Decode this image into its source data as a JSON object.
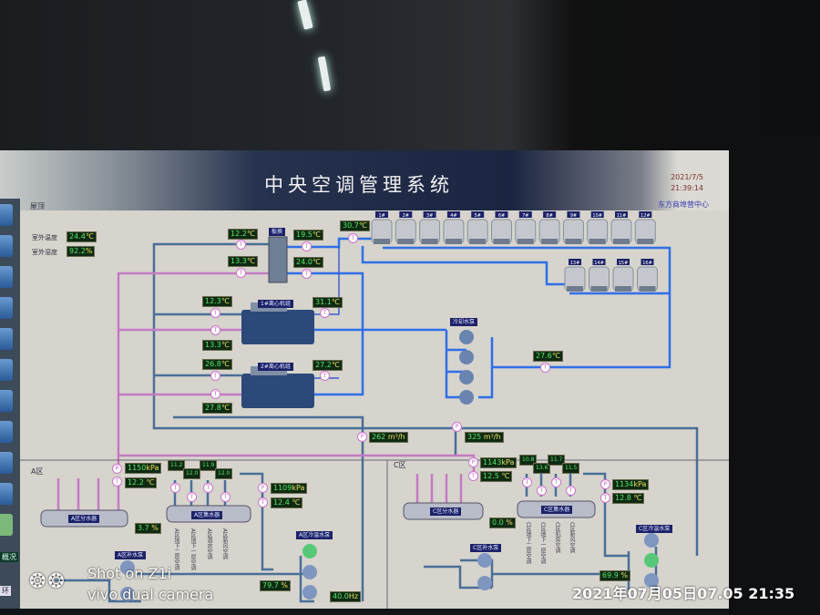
{
  "header": {
    "title": "中央空调管理系统",
    "date": "2021/7/5",
    "time": "21:39:14",
    "org": "东方商埠营中心"
  },
  "sidebar": {
    "items": [
      "概况",
      "环"
    ]
  },
  "roof": {
    "section_label": "屋顶",
    "outdoor_temp_label": "室外温度",
    "outdoor_temp": "24.4",
    "outdoor_hum_label": "室外湿度",
    "outdoor_hum": "92.2",
    "unit_c": "℃",
    "unit_pct": "%"
  },
  "exchanger": {
    "label": "板换",
    "in_top": "12.2",
    "in_bottom": "13.3",
    "out_top": "19.5",
    "out_bottom": "24.0"
  },
  "cooling_tower": {
    "supply_temp": "30.7",
    "towers": [
      "1#",
      "2#",
      "3#",
      "4#",
      "5#",
      "6#",
      "7#",
      "8#",
      "9#",
      "10#",
      "11#",
      "12#",
      "13#",
      "14#",
      "15#",
      "16#"
    ]
  },
  "chillers": [
    {
      "label": "1#离心机组",
      "evap_in": "12.3",
      "evap_out": "13.3",
      "cond_out": "31.1"
    },
    {
      "label": "2#离心机组",
      "evap_in": "26.8",
      "evap_out": "27.8",
      "cond_out": "27.2"
    }
  ],
  "cooling_pump": {
    "label": "冷却水泵",
    "return_temp": "27.6"
  },
  "flows": {
    "a": "262",
    "c": "325",
    "unit": "m³/h"
  },
  "zone_a": {
    "label": "A区",
    "supply_pressure": "1150",
    "supply_temp": "12.2",
    "branch_temps": [
      "11.2",
      "12.0",
      "11.9",
      "12.0"
    ],
    "return_pressure": "1109",
    "return_temp": "12.4",
    "bypass_valve": "3.7",
    "pump_valve": "79.7",
    "pump_freq": "40.0",
    "distributor": "A区分水器",
    "collector": "A区集水器",
    "makeup_pump": "A区补水泵",
    "circ_pump": "A区冷温水泵",
    "branches": [
      "A区地下二层空调",
      "A区地下一层空调",
      "A区酒店空调",
      "A区新风空调"
    ]
  },
  "zone_c": {
    "label": "C区",
    "supply_pressure": "1143",
    "supply_temp": "12.5",
    "branch_temps": [
      "10.8",
      "13.6",
      "11.7",
      "11.5"
    ],
    "return_pressure": "1134",
    "return_temp": "12.8",
    "bypass_valve": "0.0",
    "pump_valve": "69.9",
    "distributor": "C区分水器",
    "collector": "C区集水器",
    "makeup_pump": "C区补水泵",
    "circ_pump": "C区冷温水泵",
    "branches": [
      "C区地下二层空调",
      "C区地下一层空调",
      "C区机房空调",
      "C区新风空调"
    ]
  },
  "units": {
    "kpa": "kPa",
    "hz": "Hz",
    "c": "℃",
    "pct": "%"
  },
  "sensor_letters": {
    "t": "T",
    "p": "P"
  },
  "watermark": {
    "line1": "Shot on Z1i",
    "line2": "vivo dual camera",
    "stamp": "2021年07月05日07.05 21:35"
  }
}
